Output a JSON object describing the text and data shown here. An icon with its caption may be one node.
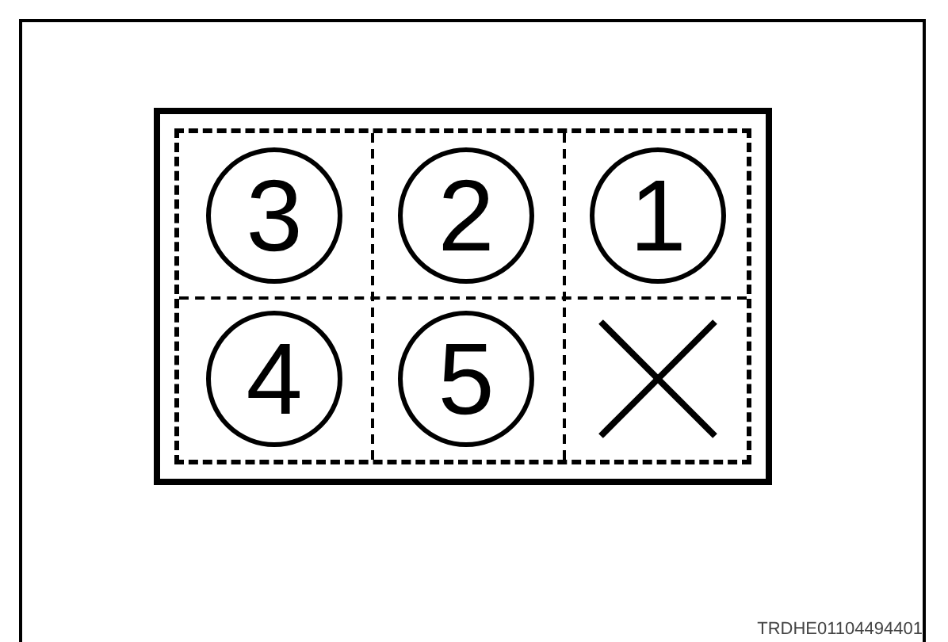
{
  "diagram": {
    "nodes": [
      {
        "text": [],
        "shape": "box"
      },
      {
        "text": [
          "3"
        ],
        "in": 0
      },
      {
        "text": [
          "2"
        ],
        "in": 0
      },
      {
        "text": [
          "1"
        ],
        "in": 0
      },
      {
        "text": [
          "4"
        ],
        "in": 0
      },
      {
        "text": [
          "5"
        ],
        "in": 0
      },
      {
        "text": [],
        "shape": "cross",
        "in": 0
      }
    ],
    "edges": [],
    "labels": [
      "TRDHE01104494401"
    ]
  }
}
